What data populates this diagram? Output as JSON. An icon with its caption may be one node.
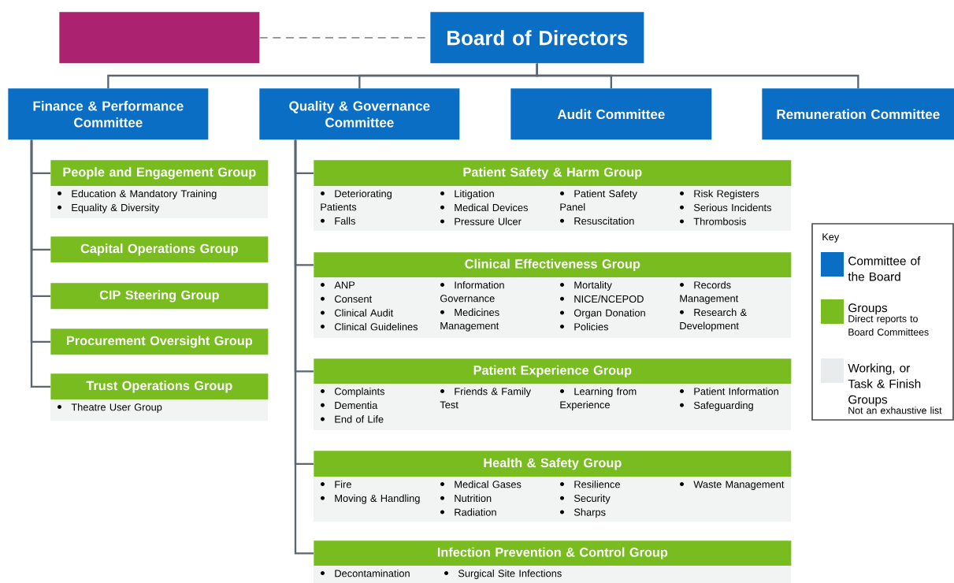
{
  "diagram": {
    "nodes": [
      {
        "text": [],
        "shape": "box"
      },
      {
        "text": [
          "Board of Directors"
        ]
      },
      {
        "text": [
          "Finance & Performance Committee"
        ]
      },
      {
        "text": [
          "Quality & Governance Committee"
        ]
      },
      {
        "text": [
          "Audit Committee"
        ]
      },
      {
        "text": [
          "Remuneration Committee"
        ]
      },
      {
        "text": [
          "People and Engagement Group",
          "Education & Mandatory Training",
          "Equality & Diversity"
        ]
      },
      {
        "text": [
          "Capital Operations Group"
        ]
      },
      {
        "text": [
          "CIP Steering Group"
        ]
      },
      {
        "text": [
          "Procurement Oversight Group"
        ]
      },
      {
        "text": [
          "Trust Operations Group",
          "Theatre User Group"
        ]
      },
      {
        "text": [
          "Patient Safety & Harm Group",
          "Deteriorating Patients",
          "Falls",
          "Litigation",
          "Medical Devices",
          "Pressure Ulcer",
          "Patient Safety Panel",
          "Resuscitation",
          "Risk Registers",
          "Serious Incidents",
          "Thrombosis"
        ]
      },
      {
        "text": [
          "Clinical Effectiveness Group",
          "ANP",
          "Consent",
          "Clinical Audit",
          "Clinical Guidelines",
          "Information Governance",
          "Medicines Management",
          "Mortality",
          "NICE/NCEPOD",
          "Organ Donation",
          "Policies",
          "Records Management",
          "Research & Development"
        ]
      },
      {
        "text": [
          "Patient Experience Group",
          "Complaints",
          "Dementia",
          "End of Life",
          "Friends & Family Test",
          "Learning from Experience",
          "Patient Information",
          "Safeguarding"
        ]
      },
      {
        "text": [
          "Health & Safety Group",
          "Fire",
          "Moving & Handling",
          "Medical Gases",
          "Nutrition",
          "Radiation",
          "Resilience",
          "Security",
          "Sharps",
          "Waste Management"
        ]
      },
      {
        "text": [
          "Infection Prevention & Control Group",
          "Decontamination",
          "Surgical Site Infections"
        ]
      }
    ],
    "edges": [
      {
        "from": 0,
        "to": 1,
        "arrow": "none",
        "style": "dashed",
        "color": "#8c9196"
      },
      {
        "from": 1,
        "to": 2,
        "arrow": "none"
      },
      {
        "from": 1,
        "to": 3,
        "arrow": "none"
      },
      {
        "from": 1,
        "to": 4,
        "arrow": "none"
      },
      {
        "from": 1,
        "to": 5,
        "arrow": "none"
      },
      {
        "from": 2,
        "to": 6,
        "arrow": "none"
      },
      {
        "from": 2,
        "to": 7,
        "arrow": "none"
      },
      {
        "from": 2,
        "to": 8,
        "arrow": "none"
      },
      {
        "from": 2,
        "to": 9,
        "arrow": "none"
      },
      {
        "from": 2,
        "to": 10,
        "arrow": "none"
      },
      {
        "from": 3,
        "to": 11,
        "arrow": "none"
      },
      {
        "from": 3,
        "to": 12,
        "arrow": "none"
      },
      {
        "from": 3,
        "to": 13,
        "arrow": "none"
      },
      {
        "from": 3,
        "to": 14,
        "arrow": "none"
      },
      {
        "from": 3,
        "to": 15,
        "arrow": "none"
      }
    ],
    "labels": [
      "Key",
      "Direct reports to Board Committees",
      "Not an exhaustive list"
    ],
    "legend": [
      {
        "text": "Committee of the Board",
        "color": "#0a6fc4"
      },
      {
        "text": "Groups",
        "color": "#78bc20"
      },
      {
        "text": "Working, or Task & Finish Groups",
        "color": "#e8ecec"
      }
    ]
  }
}
